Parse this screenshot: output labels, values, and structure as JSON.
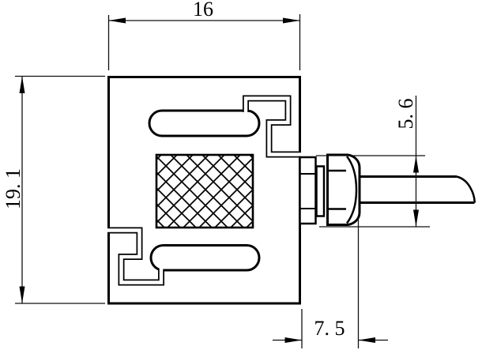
{
  "drawing": {
    "kind": "load-cell-side-view-technical-drawing",
    "dimensions": {
      "body_width": {
        "value": "16"
      },
      "body_height": {
        "value": "19. 1"
      },
      "gland_diameter": {
        "value": "5. 6"
      },
      "gland_protrusion": {
        "value": "7. 5"
      }
    },
    "colors": {
      "line": "#000000",
      "background": "#ffffff"
    }
  }
}
